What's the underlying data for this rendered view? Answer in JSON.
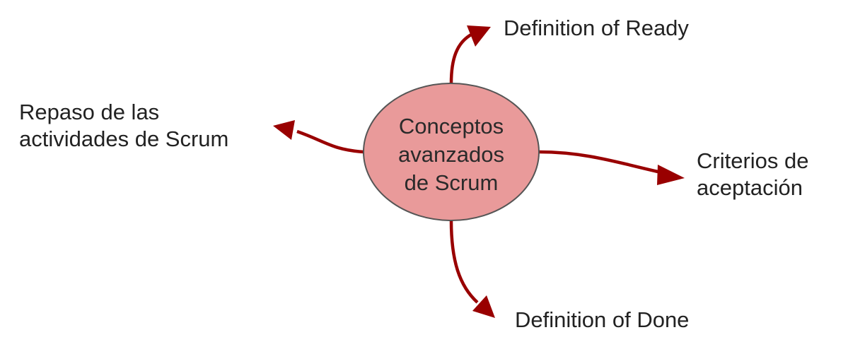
{
  "center": {
    "lines": [
      "Conceptos",
      "avanzados",
      "de Scrum"
    ]
  },
  "branches": {
    "top": {
      "lines": [
        "Definition of Ready"
      ]
    },
    "left": {
      "lines": [
        "Repaso de las",
        "actividades de Scrum"
      ]
    },
    "right": {
      "lines": [
        "Criterios de",
        "aceptación"
      ]
    },
    "bottom": {
      "lines": [
        "Definition of Done"
      ]
    }
  },
  "colors": {
    "center_fill": "#E99A9A",
    "center_stroke": "#555555",
    "arrow": "#990000",
    "text": "#222222"
  }
}
